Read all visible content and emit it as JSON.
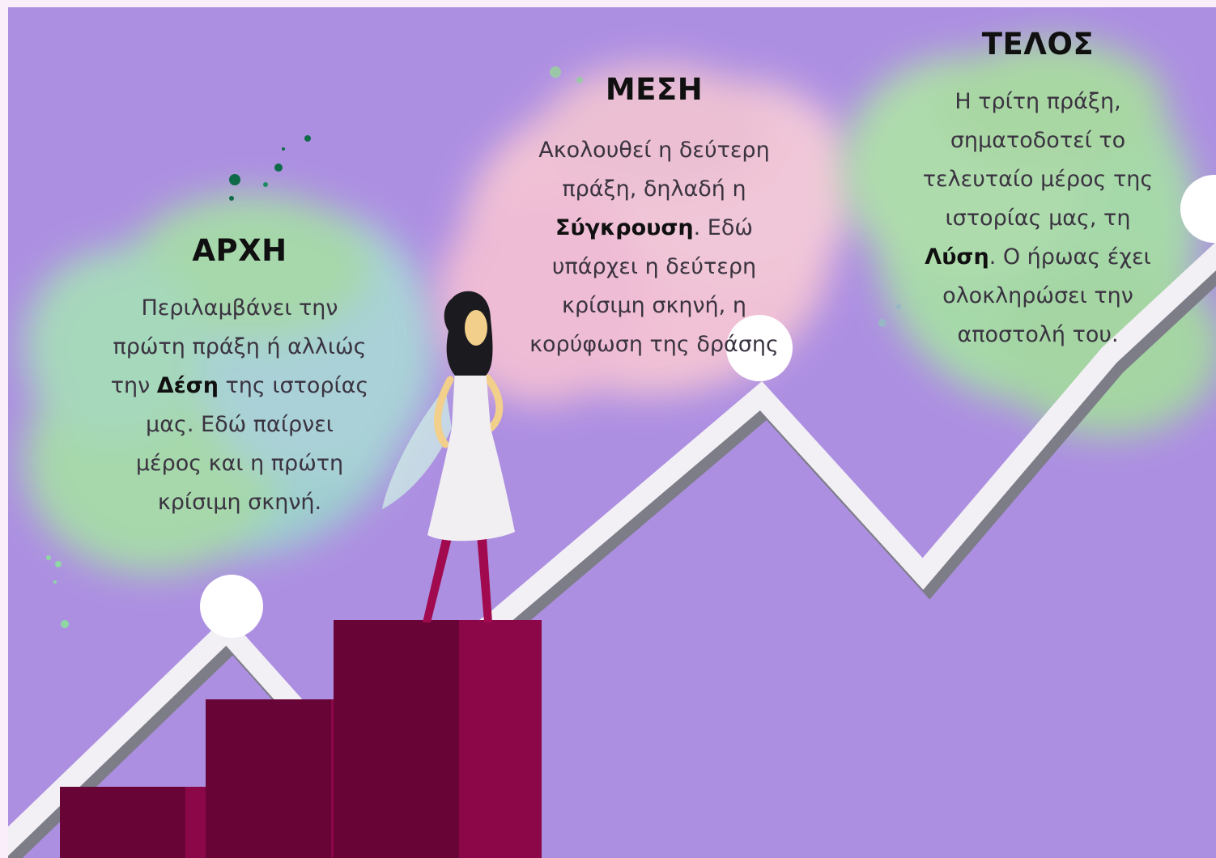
{
  "stages": {
    "arxi": {
      "title": "ΑΡΧΗ",
      "text_1": "Περιλαμβάνει την",
      "text_2": "πρώτη πράξη ή αλλιώς",
      "text_3a": "την ",
      "text_3b": "Δέση",
      "text_3c": " της ιστορίας",
      "text_4": "μας. Εδώ παίρνει",
      "text_5": "μέρος και η πρώτη",
      "text_6": "κρίσιμη σκηνή."
    },
    "mesi": {
      "title": "ΜΕΣΗ",
      "text_1": "Ακολουθεί η δεύτερη",
      "text_2": "πράξη, δηλαδή η",
      "text_3a": "Σύγκρουση",
      "text_3b": ". Εδώ",
      "text_4": "υπάρχει η δεύτερη",
      "text_5": "κρίσιμη σκηνή, η",
      "text_6": "κορύφωση της δράσης"
    },
    "telos": {
      "title": "ΤΕΛΟΣ",
      "text_1": "Η τρίτη πράξη,",
      "text_2": "σηματοδοτεί το",
      "text_3": "τελευταίο μέρος της",
      "text_4": "ιστορίας μας, τη",
      "text_5a": "Λύση",
      "text_5b": ". Ο ήρωας έχει",
      "text_6": "ολοκληρώσει την",
      "text_7": "αποστολή του."
    }
  },
  "colors": {
    "background": "#ad8fe2",
    "path": "#f2f0f4",
    "path_shadow": "#7d7d88",
    "node": "#ffffff",
    "stair_dark": "#680436",
    "stair_light": "#8b0748",
    "cloud_green": "#a6e0a6",
    "cloud_teal": "#9bd6cc",
    "cloud_pink": "#f7c6d4",
    "dress": "#f1eff1",
    "hair": "#1b1b1f",
    "legs": "#a10a4e"
  }
}
